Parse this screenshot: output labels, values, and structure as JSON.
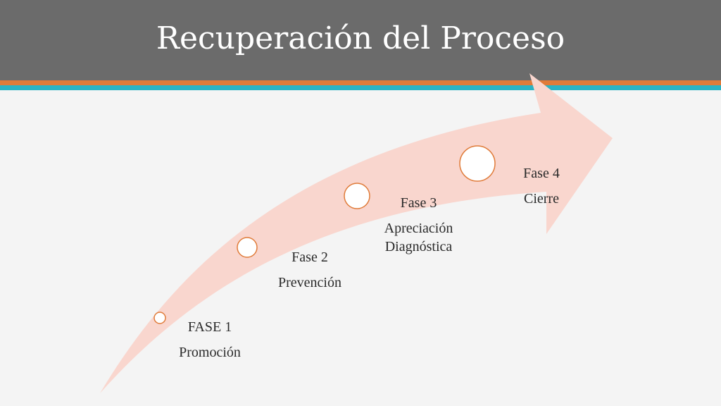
{
  "title": "Recuperación del Proceso",
  "colors": {
    "header": "#6b6b6b",
    "stripe_orange": "#e07b39",
    "stripe_teal": "#2bb3c4",
    "arrow_fill": "#f9d6ce",
    "node_stroke": "#e07b39",
    "node_fill": "#ffffff"
  },
  "phases": [
    {
      "phase": "FASE 1",
      "stage": "Promoción"
    },
    {
      "phase": "Fase 2",
      "stage": "Prevención"
    },
    {
      "phase": "Fase 3",
      "stage": "Apreciación Diagnóstica"
    },
    {
      "phase": "Fase 4",
      "stage": "Cierre"
    }
  ]
}
